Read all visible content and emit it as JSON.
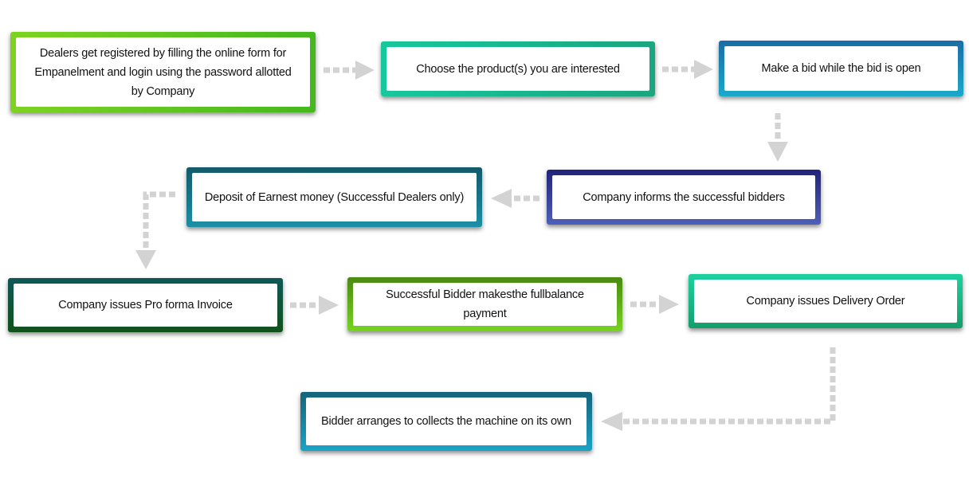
{
  "steps": [
    {
      "id": "s1",
      "text": "Dealers get registered by filling the online form for Empanelment and login using the password allotted by Company"
    },
    {
      "id": "s2",
      "text": "Choose the product(s) you are interested"
    },
    {
      "id": "s3",
      "text": "Make a bid while the bid is open"
    },
    {
      "id": "s4",
      "text": "Company informs the successful bidders"
    },
    {
      "id": "s5",
      "text": "Deposit of Earnest money (Successful Dealers only)"
    },
    {
      "id": "s6",
      "text": "Company issues Pro forma Invoice"
    },
    {
      "id": "s7",
      "text": "Successful Bidder makesthe fullbalance payment"
    },
    {
      "id": "s8",
      "text": "Company issues Delivery Order"
    },
    {
      "id": "s9",
      "text": "Bidder arranges to collects the machine on its own"
    }
  ],
  "colors": {
    "connector": "#d3d3d3"
  }
}
